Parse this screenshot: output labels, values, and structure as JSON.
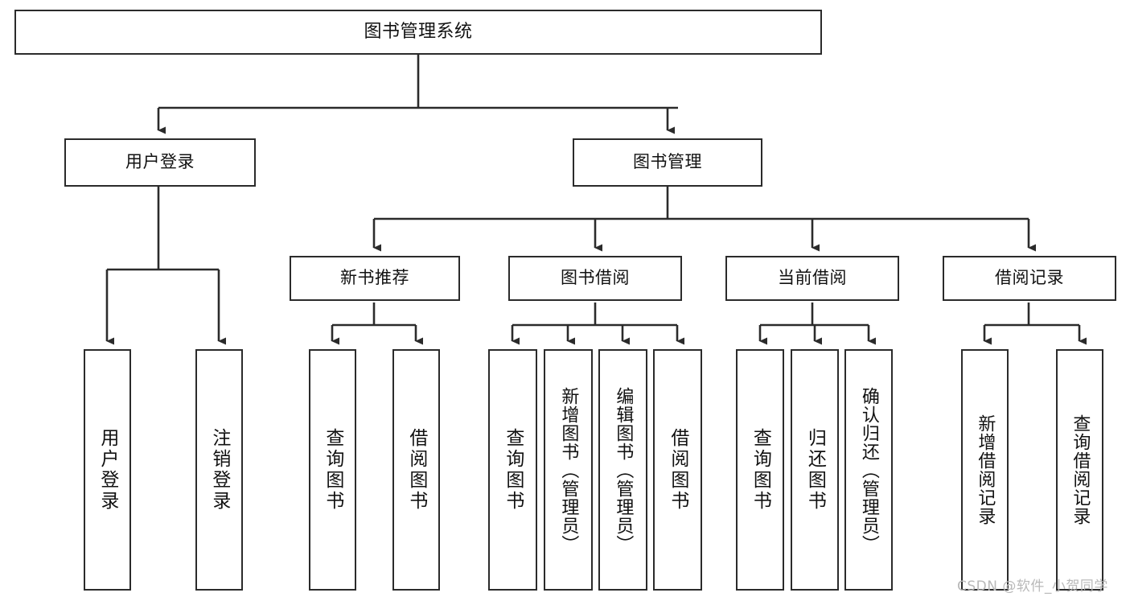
{
  "diagram": {
    "title": "图书管理系统",
    "type": "tree-hierarchy",
    "root": {
      "label": "图书管理系统"
    },
    "level2": [
      {
        "label": "用户登录"
      },
      {
        "label": "图书管理"
      }
    ],
    "level3": [
      {
        "label": "新书推荐"
      },
      {
        "label": "图书借阅"
      },
      {
        "label": "当前借阅"
      },
      {
        "label": "借阅记录"
      }
    ],
    "leaves": {
      "user_login": [
        {
          "label": "用户登录"
        },
        {
          "label": "注销登录"
        }
      ],
      "new_book_recommend": [
        {
          "label": "查询图书"
        },
        {
          "label": "借阅图书"
        }
      ],
      "book_borrow": [
        {
          "label": "查询图书"
        },
        {
          "label": "新增图书（管理员）"
        },
        {
          "label": "编辑图书（管理员）"
        },
        {
          "label": "借阅图书"
        }
      ],
      "current_borrow": [
        {
          "label": "查询图书"
        },
        {
          "label": "归还图书"
        },
        {
          "label": "确认归还（管理员）"
        }
      ],
      "borrow_record": [
        {
          "label": "新增借阅记录"
        },
        {
          "label": "查询借阅记录"
        }
      ]
    }
  },
  "watermark": {
    "text": "CSDN @软件_小贺同学"
  },
  "colors": {
    "stroke": "#2b2b2b",
    "background": "#ffffff",
    "text": "#111111",
    "watermark": "#b9b9b9"
  }
}
